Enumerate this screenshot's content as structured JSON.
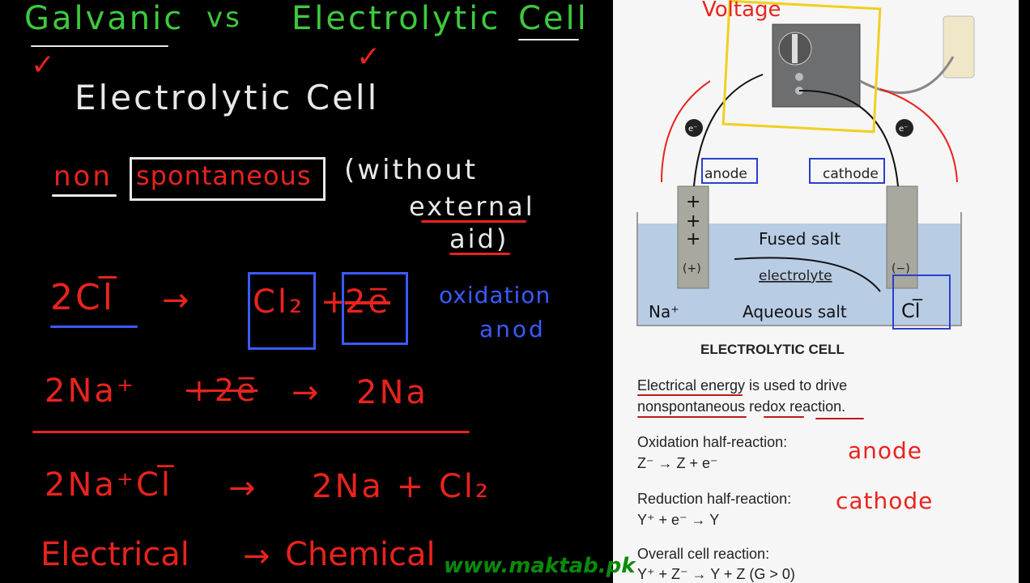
{
  "board": {
    "title_left": "Galvanic",
    "title_vs": "vs",
    "title_right": "Electrolytic",
    "title_cell": "Cell",
    "heading": "Electrolytic Cell",
    "non": "non",
    "spontaneous": "spontaneous",
    "without": "(without",
    "external": "external",
    "aid": "aid)",
    "eq1_left": "2Cl̅",
    "arrow": "→",
    "eq1_cl2": "Cl₂",
    "eq1_plus": "+",
    "eq1_e": "2e̅",
    "oxidation": "oxidation",
    "anod": "anod",
    "eq2_left": "2Na⁺",
    "eq2_e": "+2e̅",
    "eq2_right": "2Na",
    "eq3_left": "2Na⁺Cl̅",
    "eq3_right": "2Na + Cl₂",
    "electrical": "Electrical",
    "chemical": "Chemical",
    "watermark": "www.maktab.pk"
  },
  "diagram": {
    "voltage": "Voltage",
    "electron": "e⁻",
    "anode": "anode",
    "cathode": "cathode",
    "anode_sign": "(+)",
    "cathode_sign": "(−)",
    "fused": "Fused salt",
    "electrolyte": "electrolyte",
    "aqueous": "Aqueous salt",
    "na": "Na⁺",
    "cl": "Cl̅",
    "caption": "ELECTROLYTIC CELL",
    "desc_line1": "Electrical energy is used to drive",
    "desc_line2": "nonspontaneous redox reaction.",
    "ox_label": "Oxidation half-reaction:",
    "ox_eq": "Z⁻ → Z + e⁻",
    "ox_note": "anode",
    "red_label": "Reduction half-reaction:",
    "red_eq": "Y⁺ + e⁻ → Y",
    "red_note": "cathode",
    "overall_label": "Overall cell reaction:",
    "overall_eq": "Y⁺ + Z⁻ → Y + Z (G > 0)"
  },
  "colors": {
    "board": "#000000",
    "green": "#3ec93e",
    "red": "#e8231e",
    "blue": "#3a5bff",
    "panel": "#f6f6f6",
    "solution": "#b8cce4"
  }
}
